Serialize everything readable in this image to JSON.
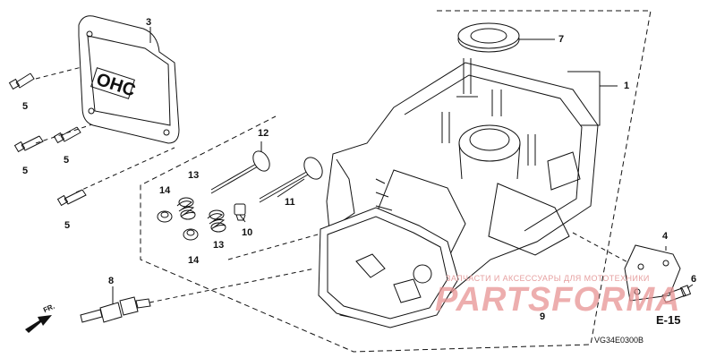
{
  "diagram": {
    "page_code": "E-15",
    "diagram_code": "VG34E0300B",
    "direction_label": "FR.",
    "watermark": {
      "tagline": "ЗАПЧАСТИ И АКСЕССУАРЫ ДЛЯ МОТОТЕХНИКИ",
      "brand": "PARTSFORMA"
    },
    "cover_logo": "OHC",
    "callouts": {
      "c1": "1",
      "c3": "3",
      "c4": "4",
      "c5a": "5",
      "c5b": "5",
      "c5c": "5",
      "c5d": "5",
      "c6": "6",
      "c7": "7",
      "c8": "8",
      "c9": "9",
      "c10": "10",
      "c11": "11",
      "c12": "12",
      "c13a": "13",
      "c13b": "13",
      "c14a": "14",
      "c14b": "14"
    }
  }
}
